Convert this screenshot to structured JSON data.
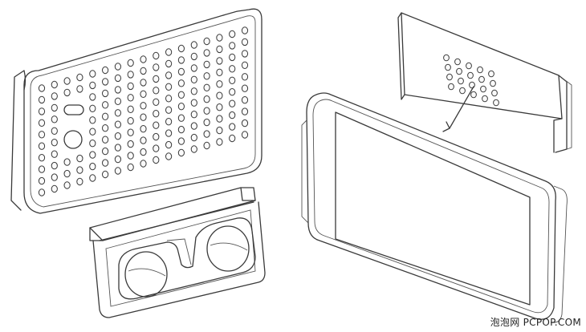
{
  "watermark": "泡泡网 PCPOP.COM",
  "colors": {
    "line": "#3a3a3a",
    "background": "#ffffff"
  },
  "figures": [
    "perforated-case-back",
    "vr-viewer-insert",
    "lens-clip-cover",
    "phone-in-case"
  ]
}
